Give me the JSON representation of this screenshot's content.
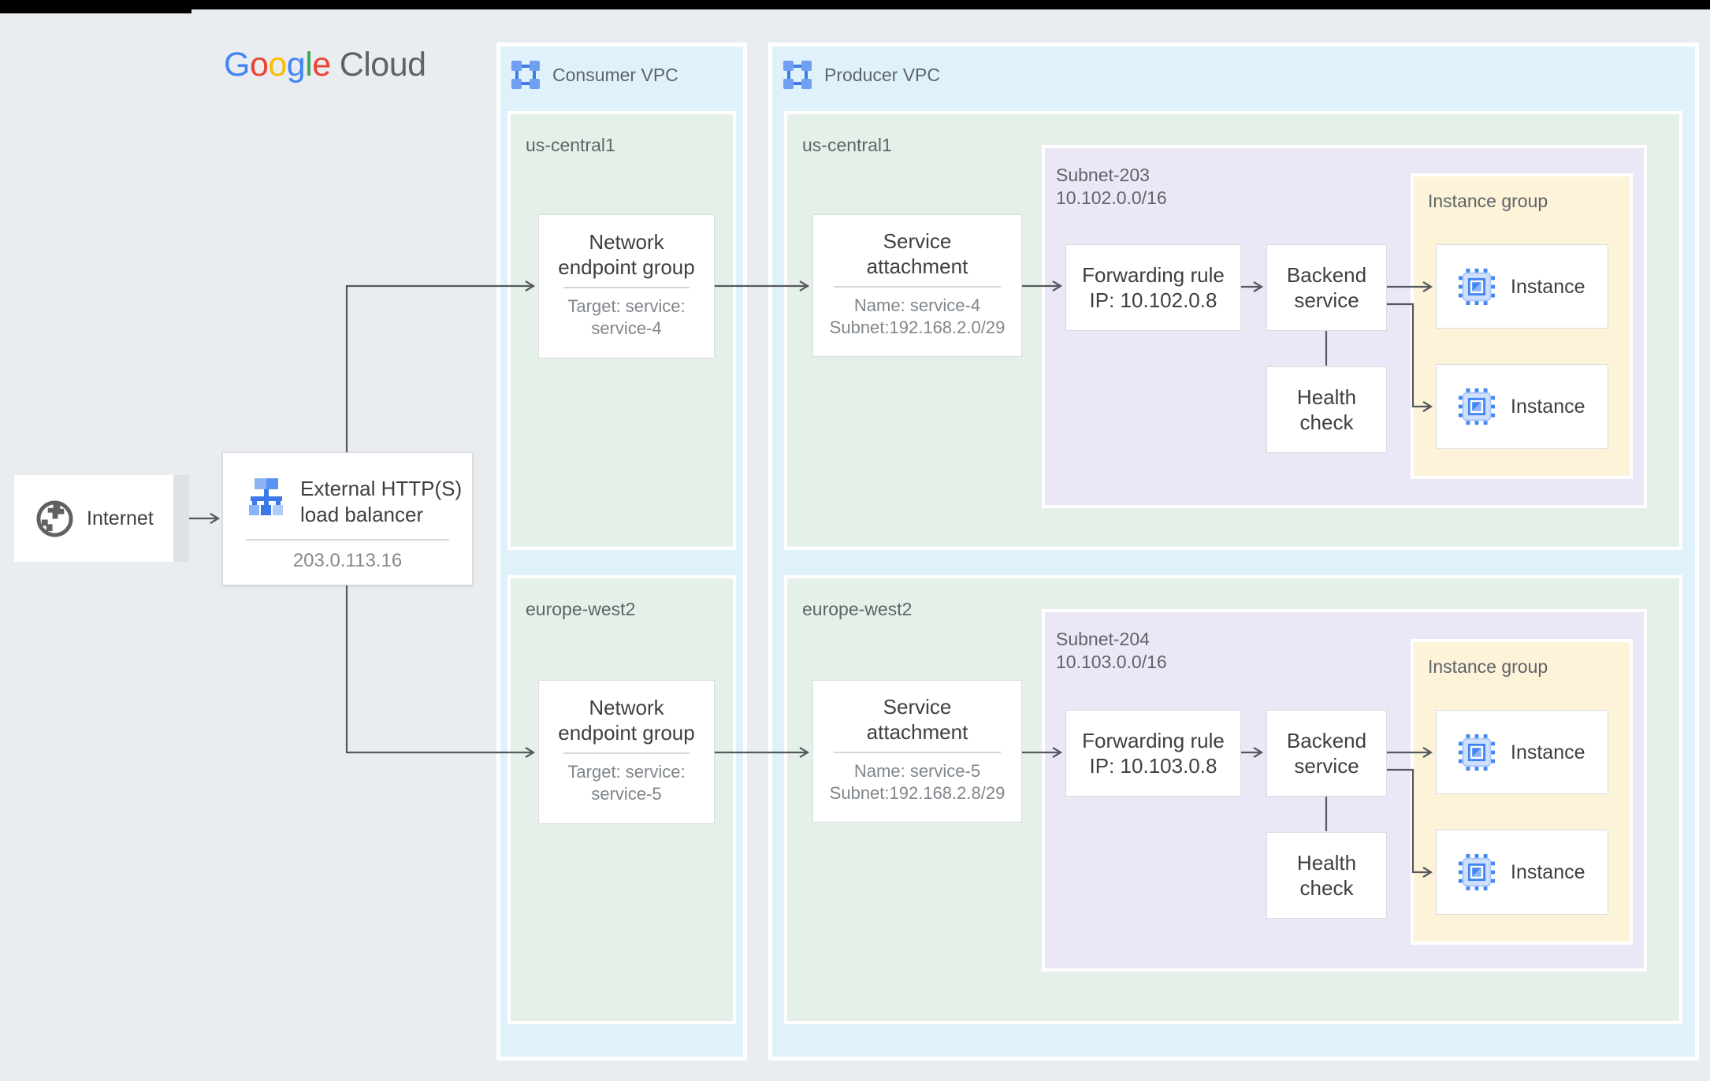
{
  "colors": {
    "background": "#e9edf0",
    "vpc_fill": "#dff2fb",
    "region_fill": "#e5f1e8",
    "subnet_fill": "#ece7f6",
    "instance_group_fill": "#fcf3d8",
    "accent_blue": "#4285F4",
    "arrow": "#55585c",
    "text_dark": "#3c4043",
    "text_medium": "#5f6368",
    "text_light": "#80868b"
  },
  "logo": {
    "letters": [
      "G",
      "o",
      "o",
      "g",
      "l",
      "e"
    ],
    "letter_styles": [
      "color:#4285F4",
      "color:#EA4335",
      "color:#FBBC05",
      "color:#4285F4",
      "color:#34A853",
      "color:#EA4335"
    ],
    "suffix": "Cloud"
  },
  "internet": {
    "label": "Internet"
  },
  "load_balancer": {
    "title_line1": "External HTTP(S)",
    "title_line2": "load balancer",
    "ip": "203.0.113.16"
  },
  "consumer_vpc": {
    "label": "Consumer VPC",
    "regions": [
      {
        "name": "us-central1",
        "neg": {
          "title_line1": "Network",
          "title_line2": "endpoint group",
          "target_line1": "Target: service:",
          "target_line2": "service-4"
        }
      },
      {
        "name": "europe-west2",
        "neg": {
          "title_line1": "Network",
          "title_line2": "endpoint group",
          "target_line1": "Target: service:",
          "target_line2": "service-5"
        }
      }
    ]
  },
  "producer_vpc": {
    "label": "Producer VPC",
    "regions": [
      {
        "name": "us-central1",
        "service_attachment": {
          "title_line1": "Service",
          "title_line2": "attachment",
          "detail_line1": "Name: service-4",
          "detail_line2": "Subnet:192.168.2.0/29"
        },
        "subnet": {
          "name": "Subnet-203",
          "cidr": "10.102.0.0/16",
          "forwarding_rule": {
            "line1": "Forwarding rule",
            "line2": "IP: 10.102.0.8"
          },
          "backend_service": {
            "line1": "Backend",
            "line2": "service"
          },
          "health_check": {
            "line1": "Health",
            "line2": "check"
          },
          "instance_group": {
            "label": "Instance group",
            "instances": [
              {
                "label": "Instance"
              },
              {
                "label": "Instance"
              }
            ]
          }
        }
      },
      {
        "name": "europe-west2",
        "service_attachment": {
          "title_line1": "Service",
          "title_line2": "attachment",
          "detail_line1": "Name: service-5",
          "detail_line2": "Subnet:192.168.2.8/29"
        },
        "subnet": {
          "name": "Subnet-204",
          "cidr": "10.103.0.0/16",
          "forwarding_rule": {
            "line1": "Forwarding rule",
            "line2": "IP: 10.103.0.8"
          },
          "backend_service": {
            "line1": "Backend",
            "line2": "service"
          },
          "health_check": {
            "line1": "Health",
            "line2": "check"
          },
          "instance_group": {
            "label": "Instance group",
            "instances": [
              {
                "label": "Instance"
              },
              {
                "label": "Instance"
              }
            ]
          }
        }
      }
    ]
  }
}
